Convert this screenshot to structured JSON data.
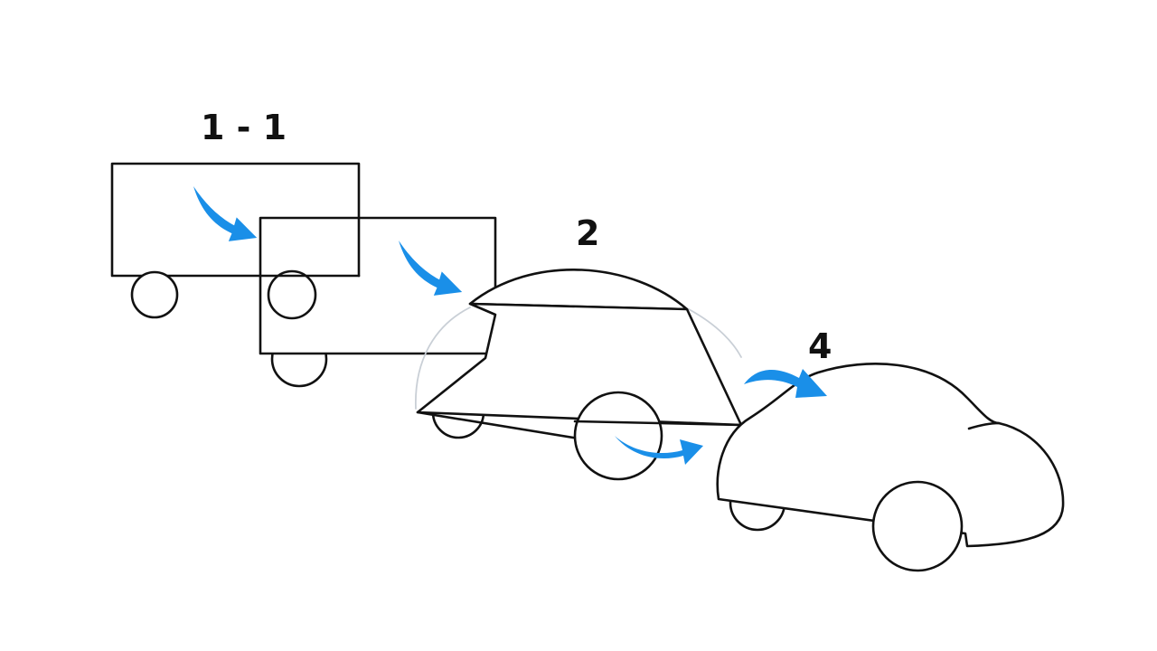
{
  "labels": {
    "stage_1": "1 - 1",
    "stage_2": "2",
    "stage_4": "4"
  },
  "colors": {
    "arrow": "#1a8fe8",
    "line": "#111111",
    "background": "#ffffff"
  },
  "icons": {
    "arrow": "curved-arrow-icon"
  }
}
